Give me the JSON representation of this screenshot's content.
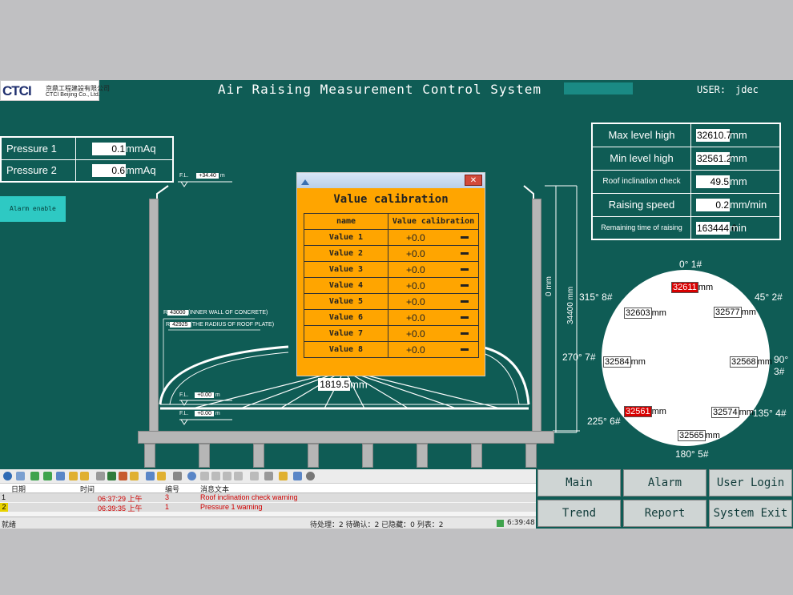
{
  "app": {
    "logo_text": "CTCI",
    "logo_cn": "京鼎工程建設有限公司",
    "logo_en": "CTCI Beijing Co., Ltd.",
    "title": "Air Raising Measurement Control System",
    "user_label": "USER:",
    "user_name": "jdec"
  },
  "pressure": [
    {
      "label": "Pressure 1",
      "value": "0.1",
      "unit": "mmAq"
    },
    {
      "label": "Pressure 2",
      "value": "0.6",
      "unit": "mmAq"
    }
  ],
  "alarm_enable_label": "Alarm enable",
  "levels": [
    {
      "label": "Max level high",
      "value": "32610.7",
      "unit": "mm"
    },
    {
      "label": "Min level high",
      "value": "32561.2",
      "unit": "mm"
    },
    {
      "label": "Roof inclination check",
      "value": "49.5",
      "unit": "mm"
    },
    {
      "label": "Raising speed",
      "value": "0.2",
      "unit": "mm/min"
    },
    {
      "label": "Remaining time of raising",
      "value": "163444.0",
      "unit": "min"
    }
  ],
  "tank": {
    "fl_top_label": "F.L.",
    "fl_top_value": "+34.40",
    "fl_top_unit": "m",
    "fl_mid_label": "F.L.",
    "fl_mid_value": "+0.00",
    "fl_mid_unit": "m",
    "fl_low_label": "F.L.",
    "fl_low_value": "+0.00",
    "fl_low_unit": "m",
    "r1_prefix": "R",
    "r1_value": "43000",
    "r1_text": "(INNER WALL OF CONCRETE)",
    "r2_prefix": "R",
    "r2_value": "42925",
    "r2_text": "(THE RADIUS OF ROOF PLATE)",
    "dim_left": "0 mm",
    "dim_right": "34400 mm",
    "height_value": "1819.5",
    "height_unit": "mm"
  },
  "dialog": {
    "heading": "Value calibration",
    "col_name": "name",
    "col_value": "Value calibration",
    "close_symbol": "✕",
    "rows": [
      {
        "name": "Value 1",
        "value": "+0.0"
      },
      {
        "name": "Value 2",
        "value": "+0.0"
      },
      {
        "name": "Value 3",
        "value": "+0.0"
      },
      {
        "name": "Value 4",
        "value": "+0.0"
      },
      {
        "name": "Value 5",
        "value": "+0.0"
      },
      {
        "name": "Value 6",
        "value": "+0.0"
      },
      {
        "name": "Value 7",
        "value": "+0.0"
      },
      {
        "name": "Value 8",
        "value": "+0.0"
      }
    ]
  },
  "sensors": {
    "unit": "mm",
    "s1": "32611",
    "s2": "32577",
    "s3": "32568",
    "s4": "32574",
    "s5": "32565",
    "s6": "32561",
    "s7": "32584",
    "s8": "32603",
    "d1": "0° 1#",
    "d2": "45° 2#",
    "d3a": "90°",
    "d3b": "3#",
    "d4": "135° 4#",
    "d5": "180° 5#",
    "d6": "225° 6#",
    "d7": "270° 7#",
    "d8": "315° 8#"
  },
  "alarm_table": {
    "row_marker": "",
    "headers": {
      "date": "日期",
      "time": "时间",
      "num": "编号",
      "msg": "消息文本"
    },
    "rows": [
      {
        "idx": "1",
        "time": "06:37:29 上午",
        "num": "3",
        "msg": "Roof inclination check warning"
      },
      {
        "idx": "2",
        "time": "06:39:35 上午",
        "num": "1",
        "msg": "Pressure 1 warning"
      }
    ],
    "status_left": "就绪",
    "status_mid": "待处理：2  待确认：2  已隐藏：0  列表：2",
    "status_time": "6:39:48"
  },
  "nav": {
    "main": "Main",
    "alarm": "Alarm",
    "user_login": "User Login",
    "trend": "Trend",
    "report": "Report",
    "system_exit": "System Exit"
  },
  "colors": {
    "background": "#0f5c55",
    "dialog": "#ffa500",
    "alarm_text": "#d00000",
    "highlight": "#d80000",
    "alarm_enable": "#2ec9c3"
  }
}
